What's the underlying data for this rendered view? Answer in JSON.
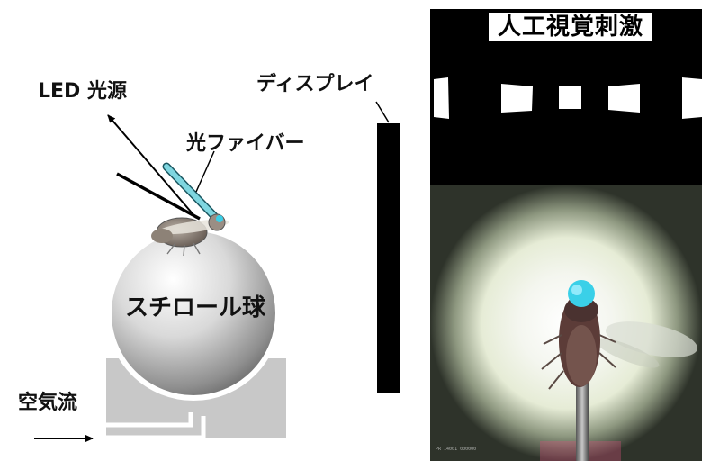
{
  "labels": {
    "led_source": "LED 光源",
    "optical_fiber": "光ファイバー",
    "display": "ディスプレイ",
    "styrofoam_ball": "スチロール球",
    "airflow": "空気流",
    "artificial_stimulus": "人工視覚刺激"
  },
  "photo": {
    "scale_bar_text": "PR 14001 000000"
  },
  "colors": {
    "fiber": "#7fd6e0",
    "fly_eye": "#3ad0e8",
    "display_black": "#000000",
    "support_gray": "#c8c8c8"
  }
}
